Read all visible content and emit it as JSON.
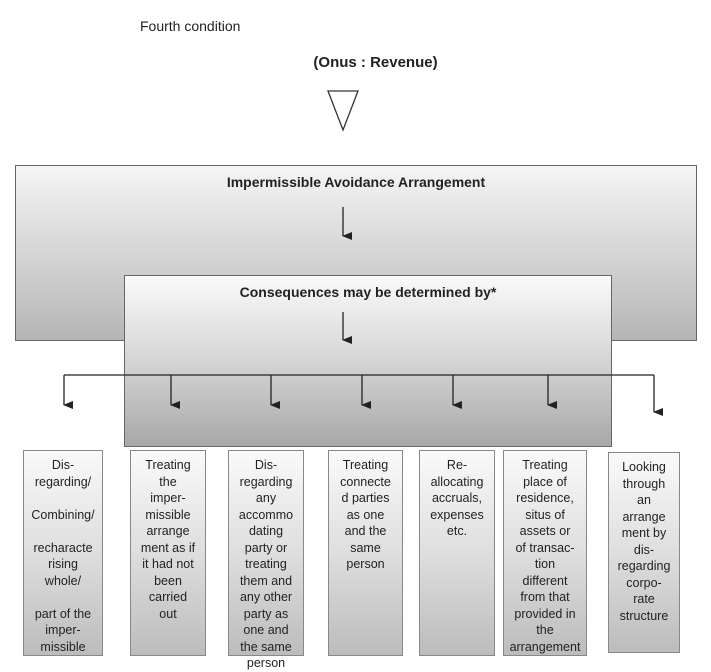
{
  "header": {
    "condition": "Fourth condition",
    "onus": "(Onus : Revenue)"
  },
  "outer_box": {
    "title": "Impermissible Avoidance Arrangement"
  },
  "inner_box": {
    "title": "Consequences may be determined by*"
  },
  "leaves": [
    {
      "text": "Dis-\nregarding/\n\nCombining/\n\nrecharacte\nrising\nwhole/\n\npart of the\nimper-\nmissible"
    },
    {
      "text": "Treating\nthe\nimper-\nmissible\narrange\nment as if\nit  had not\nbeen\ncarried\nout"
    },
    {
      "text": "Dis-\nregarding\nany\naccommo\ndating\nparty or\ntreating\nthem and\nany other\nparty  as\none and\nthe same\nperson"
    },
    {
      "text": "Treating\nconnecte\nd parties\nas one\nand the\nsame\nperson"
    },
    {
      "text": "Re-\nallocating\naccruals,\nexpenses\netc."
    },
    {
      "text": "Treating\nplace of\nresidence,\nsitus of\nassets or\nof transac-\ntion\ndifferent\nfrom that\nprovided in\nthe\narrangement"
    },
    {
      "text": "Looking\nthrough\nan\narrange\nment by\ndis-\nregarding\ncorpo-\nrate\nstructure"
    }
  ]
}
